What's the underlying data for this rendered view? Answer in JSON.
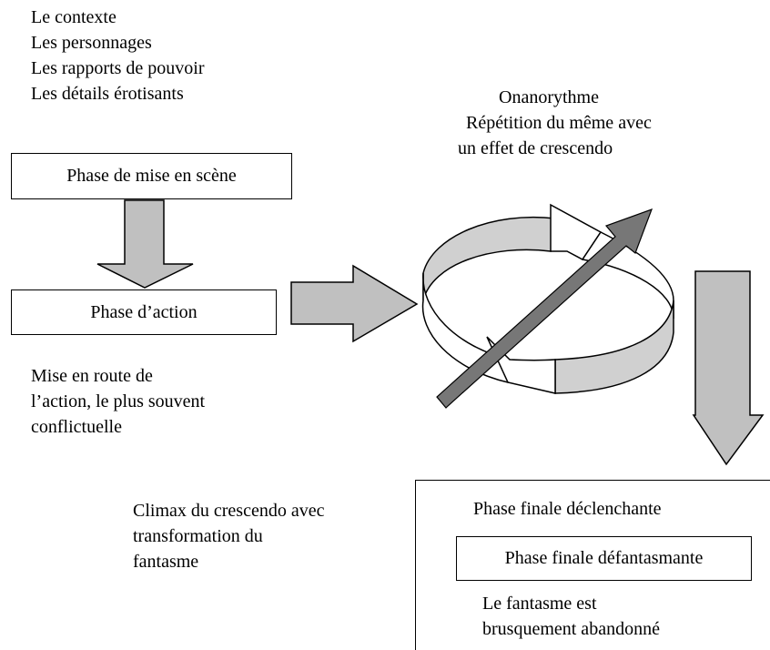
{
  "context_list": [
    "Le contexte",
    "Les personnages",
    "Les rapports de pouvoir",
    "Les détails érotisants"
  ],
  "phase_mise_en_scene": "Phase de mise en scène",
  "phase_action": "Phase d’action",
  "action_description": [
    "Mise en route de",
    "l’action, le plus souvent",
    "conflictuelle"
  ],
  "onanorythme": [
    "Onanorythme",
    "Répétition du même avec",
    "un effet de crescendo"
  ],
  "climax": [
    "Climax du crescendo avec",
    "transformation du",
    "fantasme"
  ],
  "phase_finale_declenchante": "Phase finale déclenchante",
  "phase_finale_defantasmante": "Phase finale défantasmante",
  "abandon": [
    "Le fantasme est",
    "brusquement abandonné"
  ],
  "colors": {
    "arrow_fill": "#c0c0c0",
    "cycle_fill": "#d0d0d0",
    "diagonal_arrow": "#777777",
    "stroke": "#000000"
  }
}
